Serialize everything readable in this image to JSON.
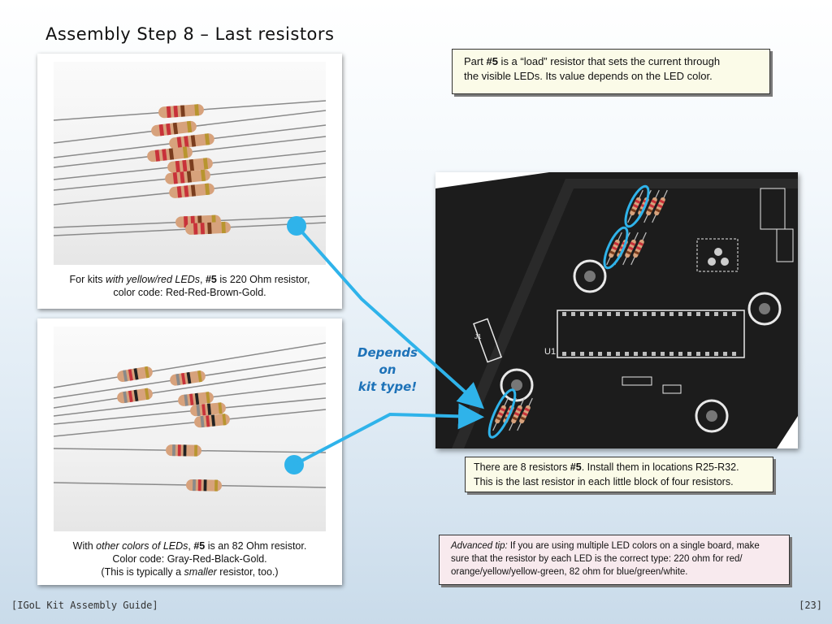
{
  "page": {
    "title": "Assembly Step 8 – Last resistors",
    "footer_left": "[IGoL Kit Assembly Guide]",
    "footer_right": "[23]"
  },
  "photo_top": {
    "caption_pre": "For kits ",
    "caption_em": "with yellow/red LEDs",
    "caption_mid": ", ",
    "caption_bold": "#5",
    "caption_post": " is 220 Ohm resistor,",
    "caption_line2": "color code: Red-Red-Brown-Gold.",
    "band_colors": [
      "#c8323a",
      "#c8323a",
      "#7a3d1e",
      "#b8952f"
    ]
  },
  "photo_bottom": {
    "caption_pre": "With ",
    "caption_em": "other colors of LEDs",
    "caption_mid": ", ",
    "caption_bold": "#5",
    "caption_post": " is an 82 Ohm resistor.",
    "caption_line2": "Color code: Gray-Red-Black-Gold.",
    "caption_line3_pre": "(This is typically a ",
    "caption_line3_em": "smaller",
    "caption_line3_post": " resistor, too.)",
    "band_colors": [
      "#8a8a8a",
      "#c8323a",
      "#222222",
      "#b8952f"
    ]
  },
  "callout_top": {
    "line1_pre": "Part ",
    "line1_bold": "#5",
    "line1_post": " is a “load” resistor that sets the current through",
    "line2": "the visible LEDs.  Its value depends on the LED color."
  },
  "callout_middle": {
    "line1_pre": "There are 8 resistors ",
    "line1_bold": "#5",
    "line1_post": ". Install them in locations R25-R32.",
    "line2": "This is the last resistor in each little block of four resistors."
  },
  "tip": {
    "label": "Advanced tip:",
    "text": " If you are using multiple LED colors on a single board, make sure that the resistor by each LED is the correct type: 220 ohm for red/ orange/yellow/yellow-green, 82 ohm for blue/green/white."
  },
  "depends": {
    "line1": "Depends",
    "line2": "on",
    "line3": "kit type!"
  },
  "pcb": {
    "label_u1": "U1",
    "label_j1": "J1",
    "colors": {
      "board": "#1c1c1c",
      "silk": "#e8e8e8",
      "highlight": "#2fb3ea"
    }
  },
  "colors": {
    "accent_blue": "#1d72b8",
    "arrow_blue": "#2fb3ea",
    "callout_bg": "#fbfbe8",
    "tip_bg": "#f8eaee"
  }
}
